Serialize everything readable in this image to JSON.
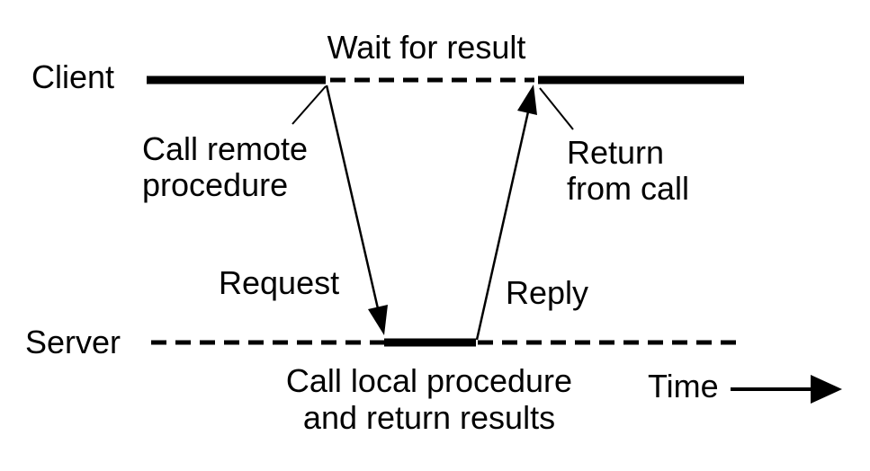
{
  "diagram": {
    "type": "sequence-diagram",
    "subject": "Remote Procedure Call between a client and a server",
    "lanes": [
      "Client",
      "Server"
    ],
    "messages": [
      {
        "name": "Request",
        "from": "Client",
        "to": "Server"
      },
      {
        "name": "Reply",
        "from": "Server",
        "to": "Client"
      }
    ],
    "x_axis": "Time"
  },
  "colors": {
    "ink": "#000000",
    "background": "#ffffff"
  },
  "labels": {
    "client": "Client",
    "server": "Server",
    "wait_for_result": "Wait for result",
    "call_remote_line1": "Call remote",
    "call_remote_line2": "procedure",
    "return_from_call_line1": "Return",
    "return_from_call_line2": "from call",
    "request": "Request",
    "reply": "Reply",
    "call_local_line1": "Call local procedure",
    "call_local_line2": "and return results",
    "time": "Time"
  }
}
